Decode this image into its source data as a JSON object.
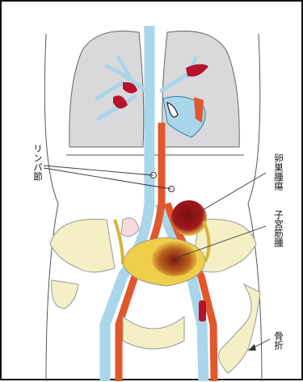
{
  "labels": {
    "lymph_node": "リンパ節",
    "ovarian_tumor": "卵巣腫瘍",
    "uterine_fibroid": "子宮筋腫",
    "fracture": "骨折"
  },
  "colors": {
    "vein": "#a9d6ea",
    "artery": "#e2572b",
    "lung": "#d9d9dc",
    "bone": "#f5efc6",
    "uterus": "#efcf4a",
    "clot": "#b5132b"
  }
}
